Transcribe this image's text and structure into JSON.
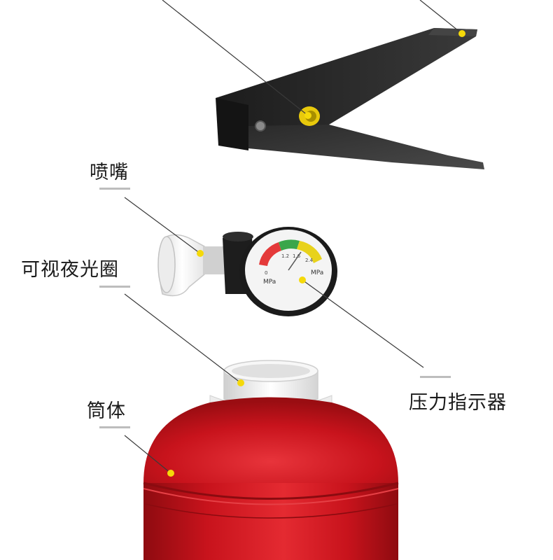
{
  "labels": {
    "nozzle": "喷嘴",
    "visible_ring": "可视夜光圈",
    "body": "筒体",
    "pressure_indicator": "压力指示器"
  },
  "gauge": {
    "unit_left": "MPa",
    "unit_right": "MPa",
    "scale_marks": [
      "0",
      "1.2",
      "1.6",
      "2.4"
    ]
  },
  "colors": {
    "marker": "#f5d90a",
    "cylinder": "#c8131c",
    "handle": "#2a2a2a",
    "gauge_red": "#e43a3a",
    "gauge_green": "#3aa64a",
    "gauge_yellow": "#e8d21c",
    "leader": "#3a3a3a"
  },
  "icons": [
    "yellow-dot-marker"
  ]
}
